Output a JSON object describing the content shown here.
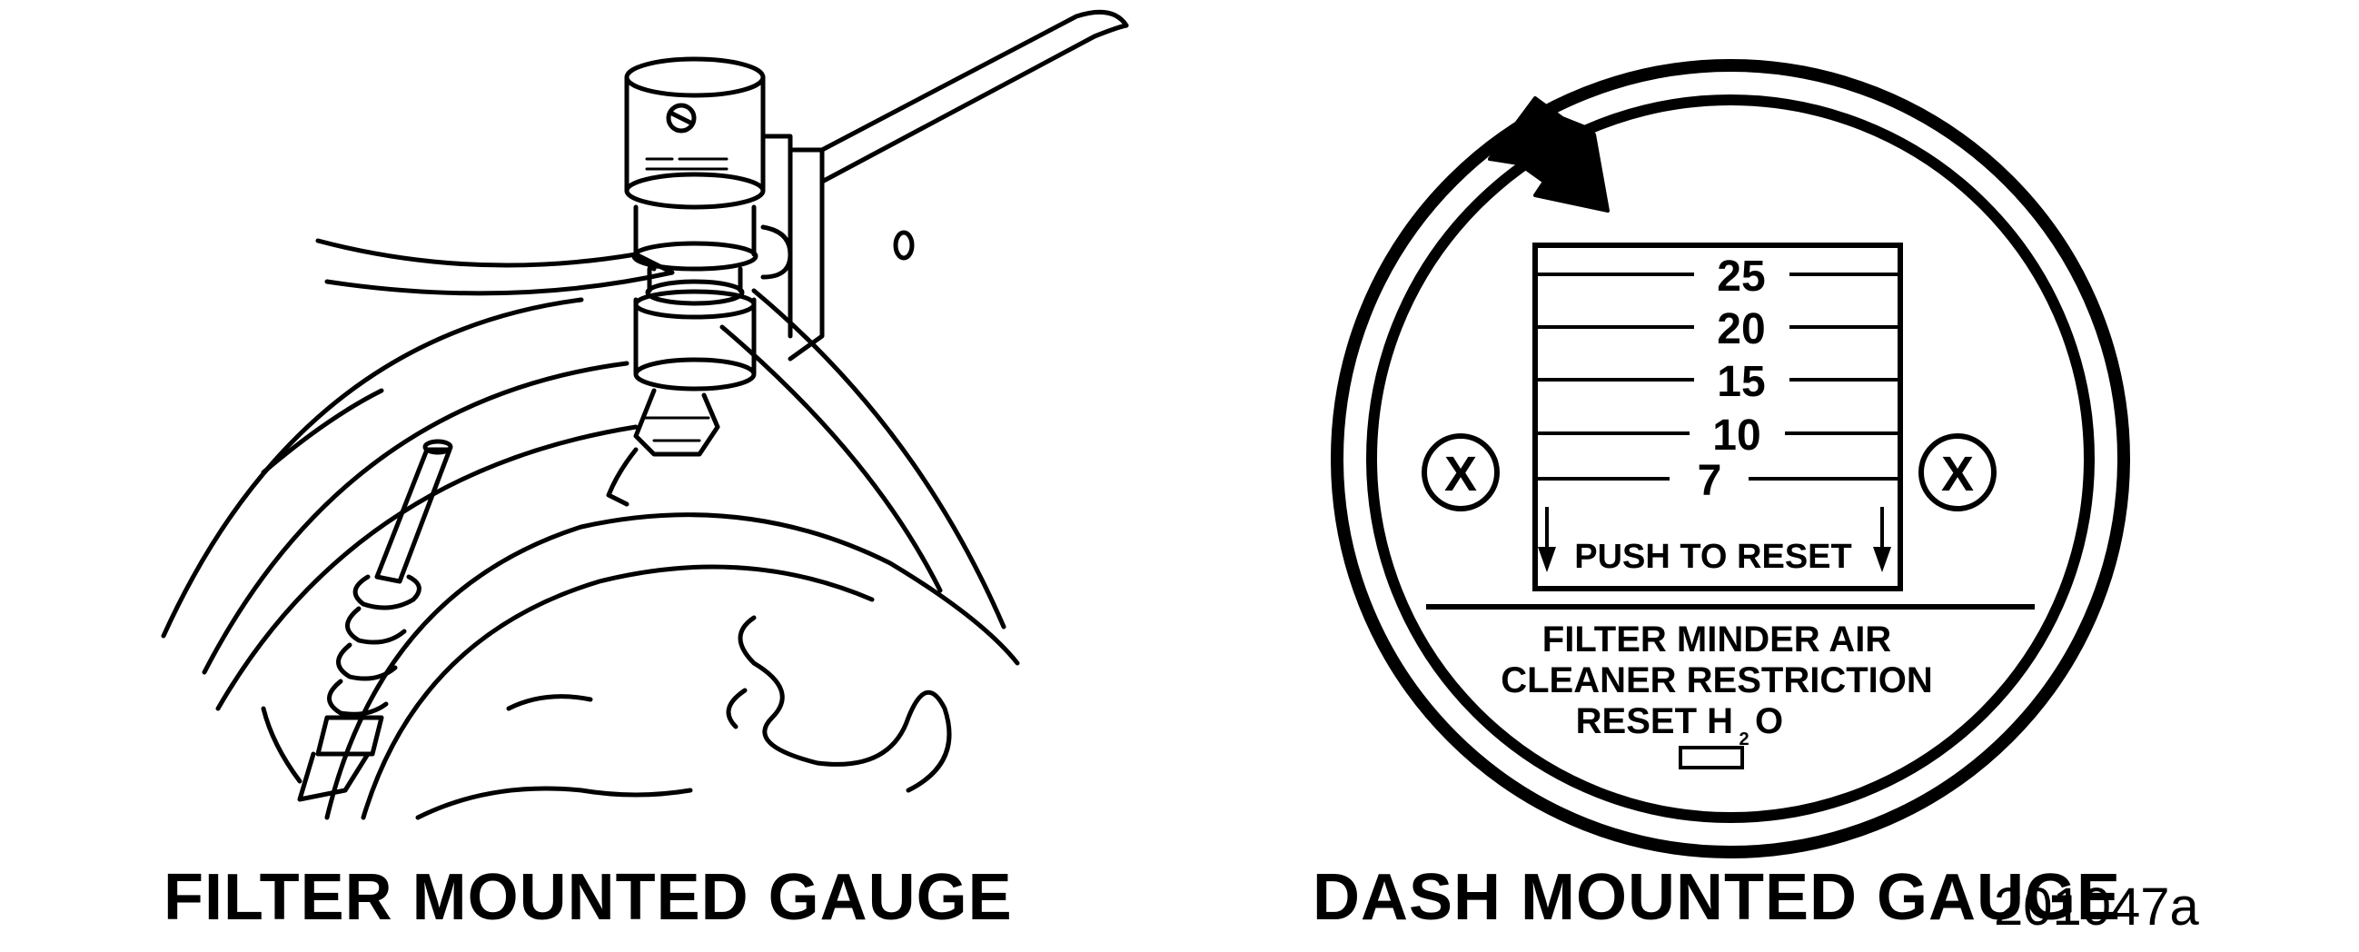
{
  "left_figure": {
    "caption": "FILTER MOUNTED GAUGE"
  },
  "right_figure": {
    "caption": "DASH MOUNTED GAUGE",
    "scale_marks": [
      "25",
      "20",
      "15",
      "10",
      "7"
    ],
    "reset_label": "PUSH TO RESET",
    "screw_symbol": "X",
    "legend_line1": "FILTER MINDER AIR",
    "legend_line2": "CLEANER RESTRICTION",
    "legend_line3_reset": "RESET H",
    "legend_line3_o": "O",
    "subscript": "2"
  },
  "figure_number": "201047a"
}
